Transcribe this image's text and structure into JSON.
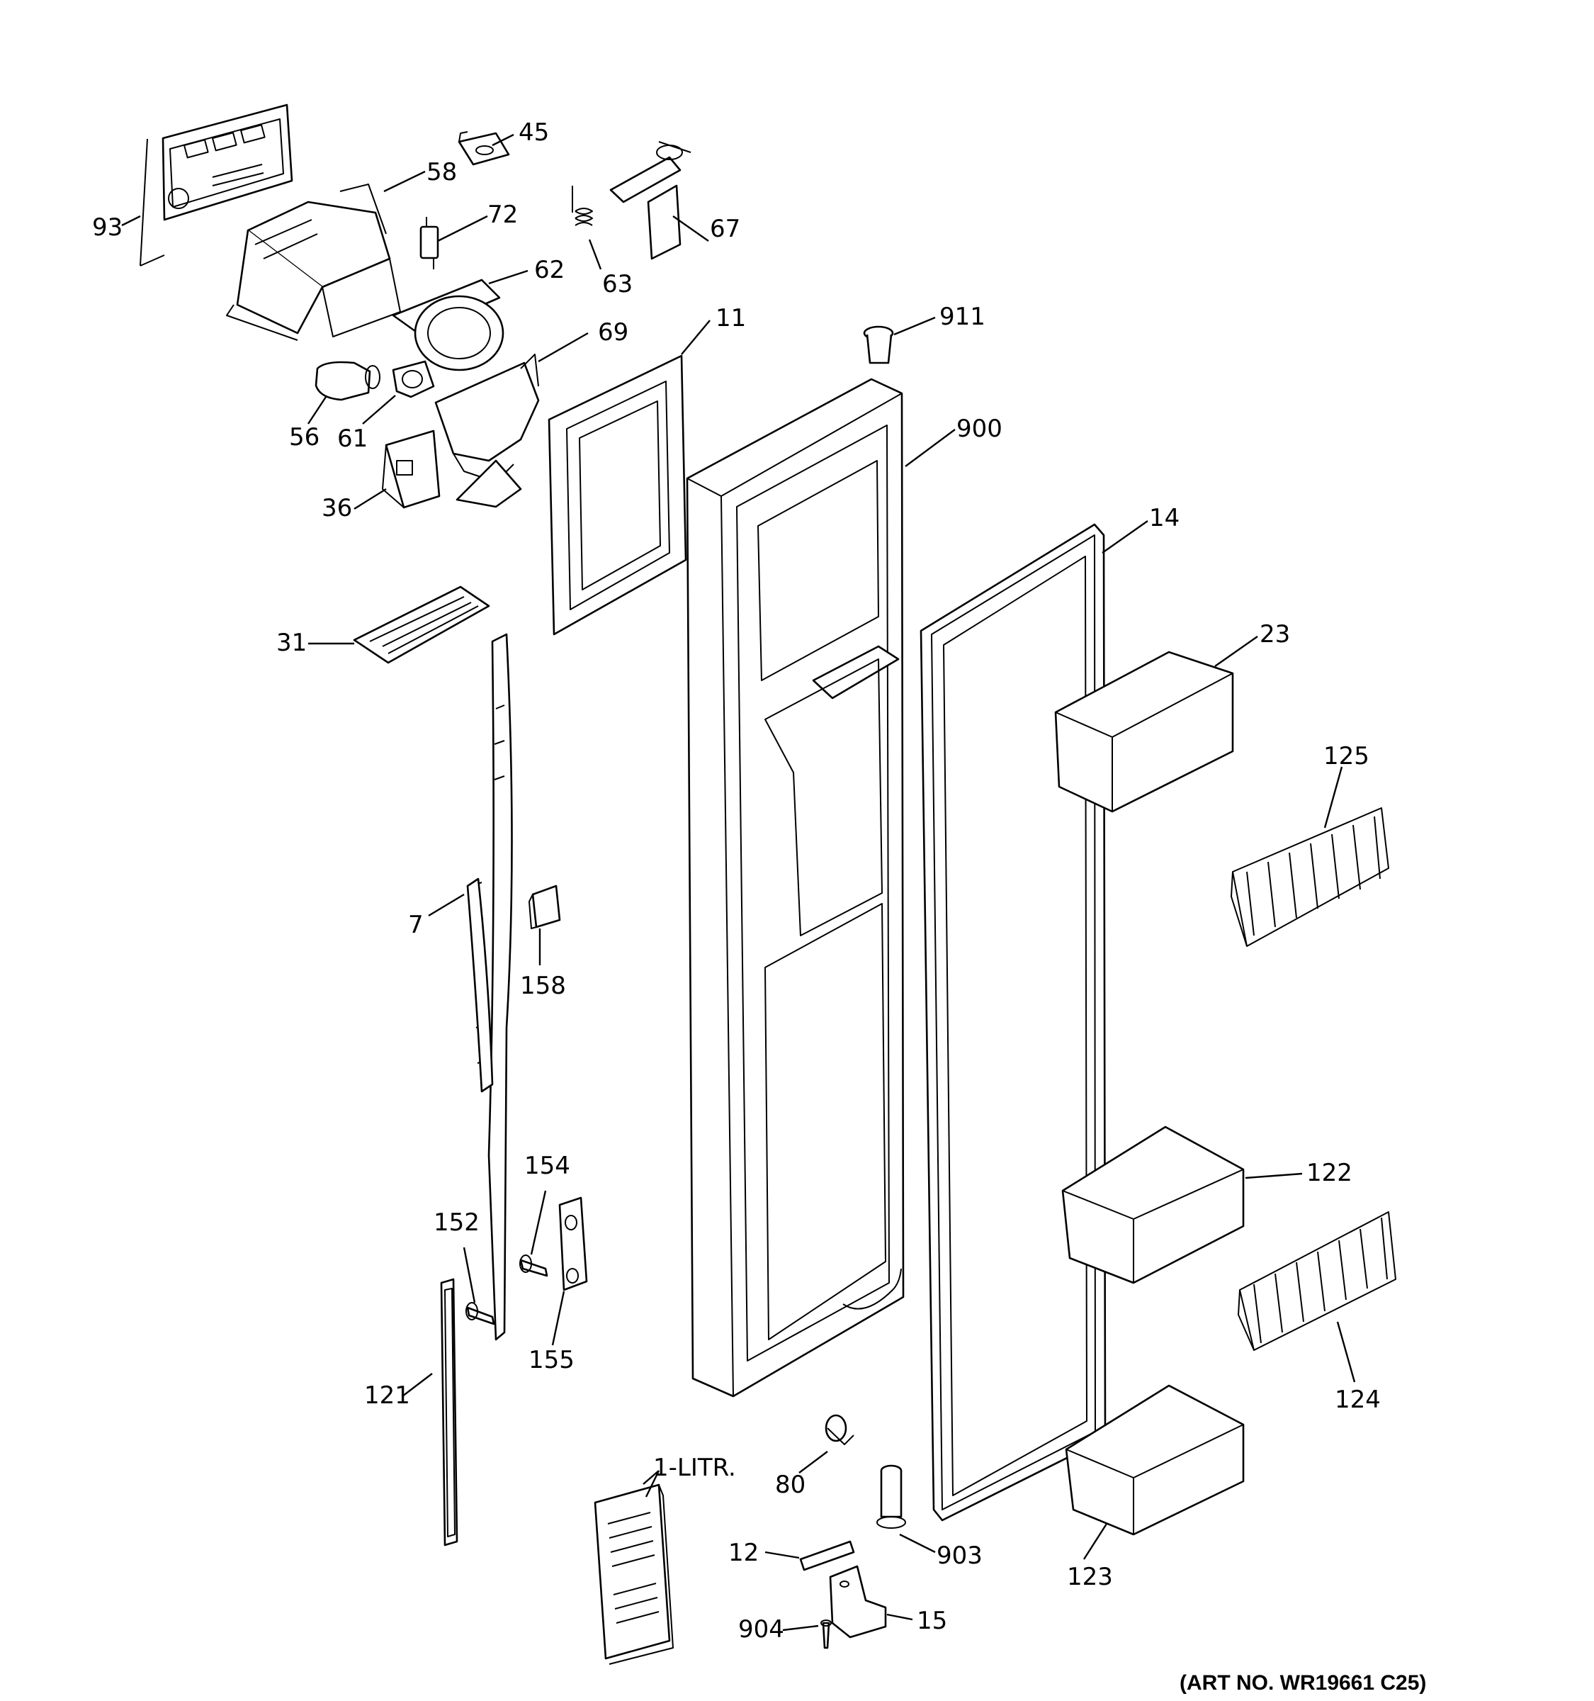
{
  "callouts": [
    {
      "id": "93",
      "text": "93"
    },
    {
      "id": "45",
      "text": "45"
    },
    {
      "id": "58",
      "text": "58"
    },
    {
      "id": "72",
      "text": "72"
    },
    {
      "id": "67",
      "text": "67"
    },
    {
      "id": "63",
      "text": "63"
    },
    {
      "id": "62",
      "text": "62"
    },
    {
      "id": "69",
      "text": "69"
    },
    {
      "id": "11",
      "text": "11"
    },
    {
      "id": "911",
      "text": "911"
    },
    {
      "id": "56",
      "text": "56"
    },
    {
      "id": "61",
      "text": "61"
    },
    {
      "id": "900",
      "text": "900"
    },
    {
      "id": "36",
      "text": "36"
    },
    {
      "id": "14",
      "text": "14"
    },
    {
      "id": "31",
      "text": "31"
    },
    {
      "id": "23",
      "text": "23"
    },
    {
      "id": "125",
      "text": "125"
    },
    {
      "id": "7",
      "text": "7"
    },
    {
      "id": "158",
      "text": "158"
    },
    {
      "id": "154",
      "text": "154"
    },
    {
      "id": "122",
      "text": "122"
    },
    {
      "id": "152",
      "text": "152"
    },
    {
      "id": "155",
      "text": "155"
    },
    {
      "id": "124",
      "text": "124"
    },
    {
      "id": "121",
      "text": "121"
    },
    {
      "id": "1-litr",
      "text": "1-LITR."
    },
    {
      "id": "80",
      "text": "80"
    },
    {
      "id": "12",
      "text": "12"
    },
    {
      "id": "903",
      "text": "903"
    },
    {
      "id": "123",
      "text": "123"
    },
    {
      "id": "904",
      "text": "904"
    },
    {
      "id": "15",
      "text": "15"
    }
  ],
  "art_number": "(ART NO. WR19661 C25)"
}
